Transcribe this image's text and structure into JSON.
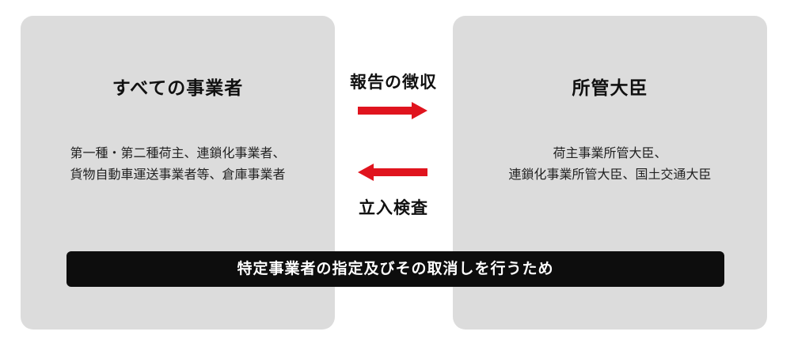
{
  "left_panel": {
    "title": "すべての事業者",
    "lines": [
      "第一種・第二種荷主、連鎖化事業者、",
      "貨物自動車運送事業者等、倉庫事業者"
    ]
  },
  "right_panel": {
    "title": "所管大臣",
    "lines": [
      "荷主事業所管大臣、",
      "連鎖化事業所管大臣、国土交通大臣"
    ]
  },
  "center": {
    "top_label": "報告の徴収",
    "bottom_label": "立入検査"
  },
  "bottom_bar": {
    "text": "特定事業者の指定及びその取消しを行うため"
  },
  "colors": {
    "panel_bg": "#dcdcdc",
    "arrow": "#e0141e",
    "bar_bg": "#0d0d0d"
  }
}
